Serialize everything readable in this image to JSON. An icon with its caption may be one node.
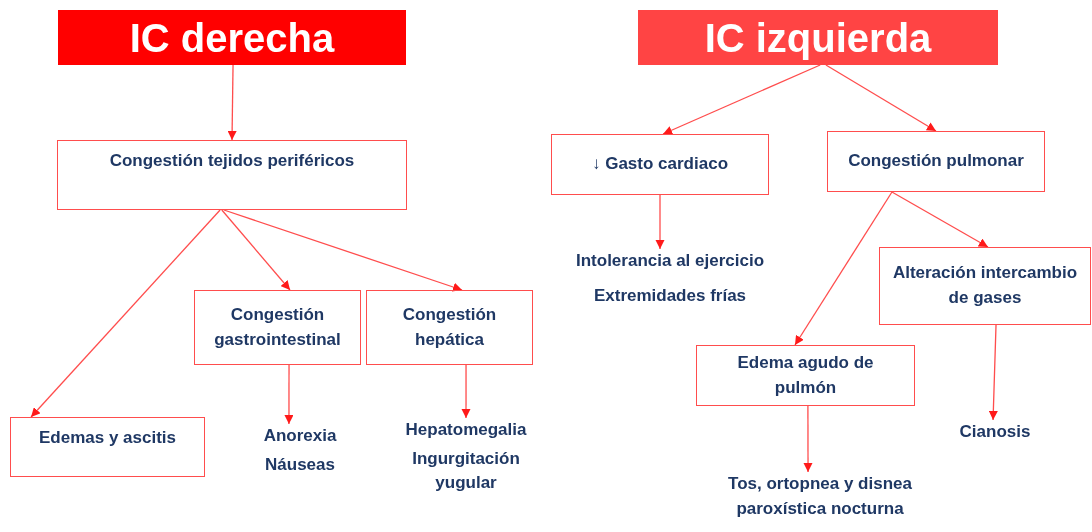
{
  "diagram": {
    "nodes": [
      {
        "text": [
          "IC derecha"
        ]
      },
      {
        "text": [
          "Congestión tejidos periféricos"
        ]
      },
      {
        "text": [
          "Congestión gastrointestinal"
        ]
      },
      {
        "text": [
          "Congestión hepática"
        ]
      },
      {
        "text": [
          "Edemas y ascitis"
        ]
      },
      {
        "text": [
          "Anorexia",
          "Náuseas"
        ]
      },
      {
        "text": [
          "Hepatomegalia",
          "Ingurgitación yugular"
        ]
      },
      {
        "text": [
          "IC izquierda"
        ]
      },
      {
        "text": [
          "↓ Gasto cardiaco"
        ]
      },
      {
        "text": [
          "Congestión pulmonar"
        ]
      },
      {
        "text": [
          "Intolerancia al ejercicio",
          "Extremidades frías"
        ]
      },
      {
        "text": [
          "Alteración intercambio de gases"
        ]
      },
      {
        "text": [
          "Edema agudo de pulmón"
        ]
      },
      {
        "text": [
          "Cianosis"
        ]
      },
      {
        "text": [
          "Tos, ortopnea y disnea paroxística nocturna"
        ]
      }
    ],
    "edges": [
      {
        "from": 0,
        "to": 1,
        "arrow": "to"
      },
      {
        "from": 1,
        "to": 4,
        "arrow": "to"
      },
      {
        "from": 1,
        "to": 2,
        "arrow": "to"
      },
      {
        "from": 1,
        "to": 3,
        "arrow": "to"
      },
      {
        "from": 2,
        "to": 5,
        "arrow": "to"
      },
      {
        "from": 3,
        "to": 6,
        "arrow": "to"
      },
      {
        "from": 7,
        "to": 8,
        "arrow": "to"
      },
      {
        "from": 7,
        "to": 9,
        "arrow": "to"
      },
      {
        "from": 8,
        "to": 10,
        "arrow": "to"
      },
      {
        "from": 9,
        "to": 12,
        "arrow": "to"
      },
      {
        "from": 9,
        "to": 11,
        "arrow": "to"
      },
      {
        "from": 11,
        "to": 13,
        "arrow": "to"
      },
      {
        "from": 12,
        "to": 14,
        "arrow": "to"
      }
    ]
  }
}
